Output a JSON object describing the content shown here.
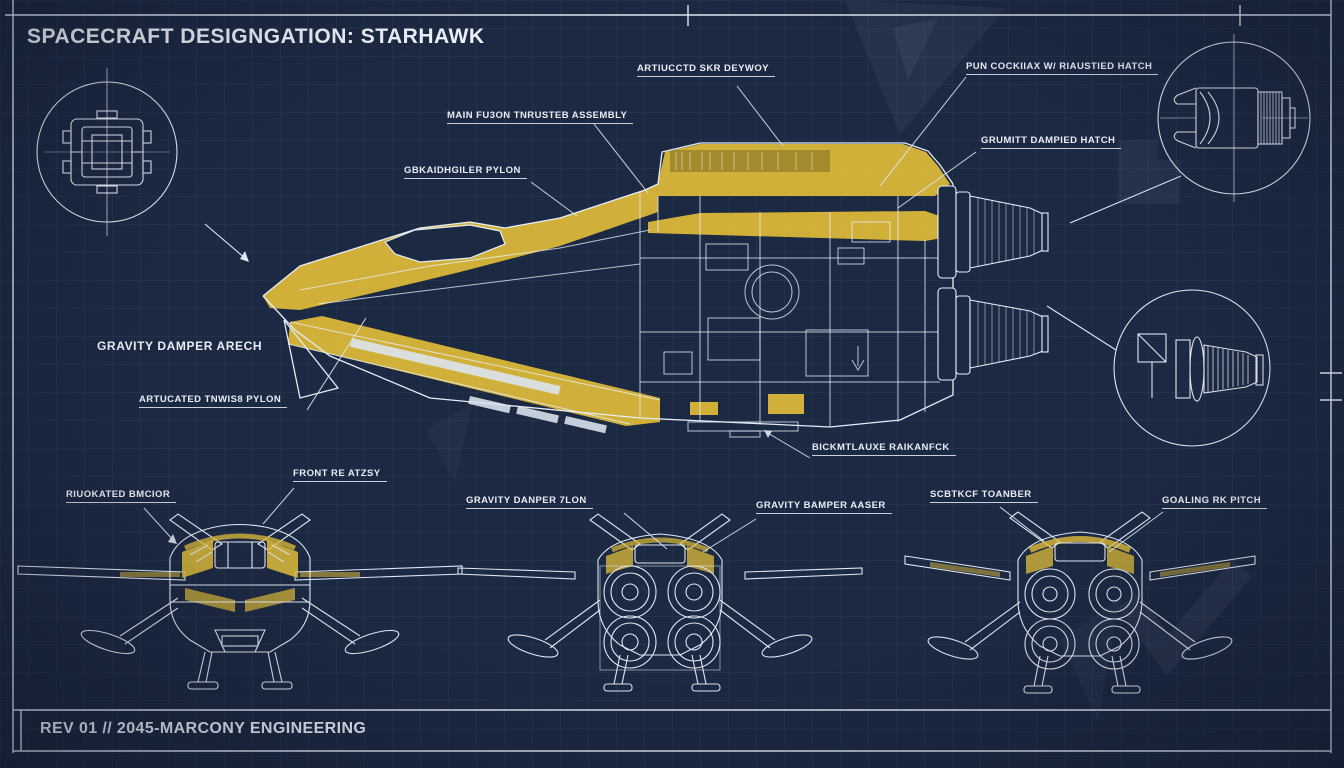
{
  "document": {
    "title": "SPACECRAFT DESIGNGATION: STARHAWK",
    "revision": "REV 01 // 2045-MARCONY ENGINEERING"
  },
  "colors": {
    "background": "#1c2942",
    "line_white": "#e9eef6",
    "accent_yellow": "#e0bc39"
  },
  "callouts": {
    "side_view": {
      "sensor_array": "ARTIUCCTD SKR DEYWOY",
      "main_thruster": "MAIN FU3ON TNRUSTEB ASSEMBLY",
      "glider_pylon": "GBKAIDHGILER PYLON",
      "cockpit_hatch": "PUN COCKIIAX W/ RIAUSTIED HATCH",
      "damped_hatch": "GRUMITT DAMPIED HATCH",
      "damper_arech": "GRAVITY DAMPER ARECH",
      "thrust_pylon": "ARTUCATED TNWIS8 PYLON",
      "rear_rakanfor": "BICKMTLAUXE RAIKANFCK"
    },
    "bottom_views": {
      "left_a": "RIUOKATED BMCIOR",
      "left_b": "FRONT RE ATZSY",
      "center_a": "GRAVITY DANPER 7LON",
      "center_b": "GRAVITY BAMPER AASER",
      "right_a": "SCBTKCF TOANBER",
      "right_b": "GOALING RK PITCH"
    }
  }
}
